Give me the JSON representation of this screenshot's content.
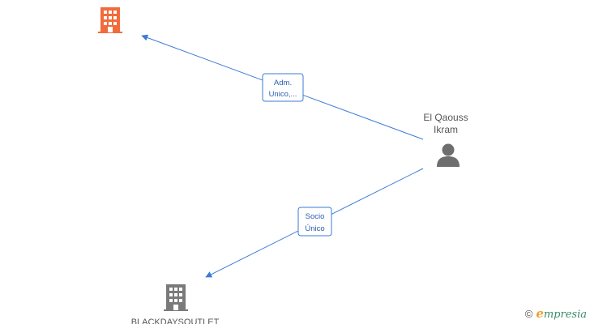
{
  "colors": {
    "edge": "#3a7bd5",
    "company_highlight": "#f26b3a",
    "company": "#7a7a7a",
    "person": "#6e6e6e"
  },
  "nodes": {
    "company_top": {
      "icon": "building-icon"
    },
    "person": {
      "icon": "person-icon",
      "name_line1": "El Qaouss",
      "name_line2": "Ikram"
    },
    "company_bottom": {
      "icon": "building-icon",
      "name": "BLACKDAYSOUTLET"
    }
  },
  "edges": [
    {
      "label_line1": "Adm.",
      "label_line2": "Unico,..."
    },
    {
      "label_line1": "Socio",
      "label_line2": "Único"
    }
  ],
  "brand": {
    "copyright": "©",
    "first_letter": "e",
    "rest": "mpresia"
  }
}
